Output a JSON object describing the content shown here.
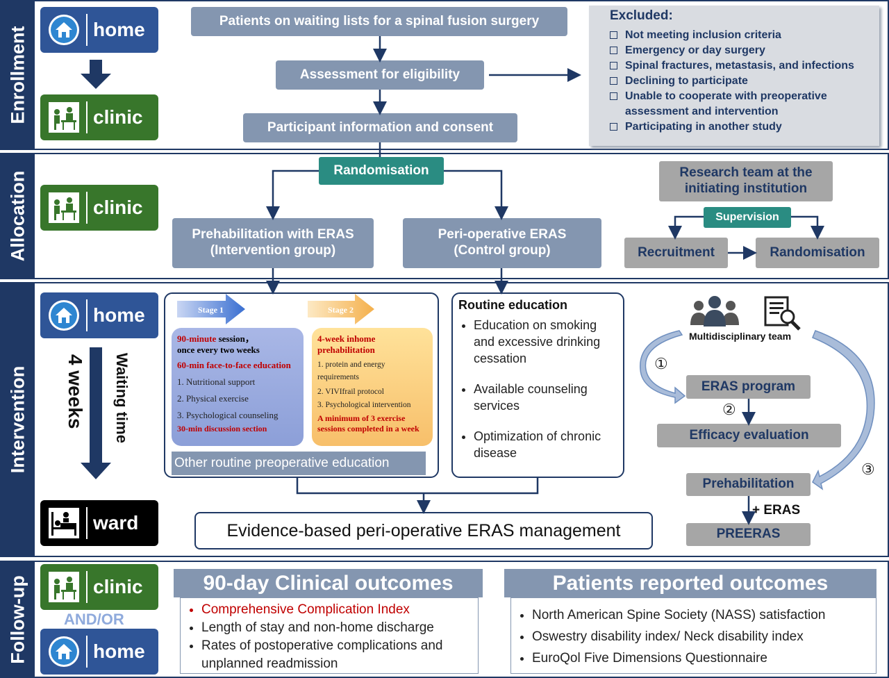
{
  "sections": {
    "enrollment": "Enrollment",
    "allocation": "Allocation",
    "intervention": "Intervention",
    "followup": "Follow-up"
  },
  "locations": {
    "home": "home",
    "clinic": "clinic",
    "ward": "ward",
    "and_or": "AND/OR"
  },
  "enrollment": {
    "waiting": "Patients on waiting lists for a spinal fusion surgery",
    "assessment": "Assessment for eligibility",
    "consent": "Participant information and consent",
    "excluded_title": "Excluded:",
    "excluded_items": [
      "Not meeting inclusion criteria",
      "Emergency or day surgery",
      "Spinal fractures, metastasis, and infections",
      "Declining to participate",
      "Unable to cooperate with preoperative assessment and intervention",
      "Participating in another study"
    ]
  },
  "allocation": {
    "randomisation": "Randomisation",
    "intervention_group": "Prehabilitation with ERAS (Intervention group)",
    "control_group": "Peri-operative ERAS (Control group)",
    "research_team": "Research team at the initiating institution",
    "supervision": "Supervision",
    "recruitment": "Recruitment",
    "randomisation2": "Randomisation"
  },
  "intervention": {
    "waiting_time": "Waiting time",
    "weeks": "4 weeks",
    "stage1": "Stage 1",
    "stage2": "Stage 2",
    "s1_line1_red": "90-minute",
    "s1_line1_rest": " session，",
    "s1_line2": "once every two weeks",
    "s1_sub": "60-min face-to-face education",
    "s1_items": [
      "1. Nutritional support",
      "2. Physical exercise",
      "3. Psychological counseling"
    ],
    "s1_footer": "30-min discussion section",
    "s2_title": "4-week inhome prehabilitation",
    "s2_items": [
      "1. protein and energy requirements",
      "2. VIVIfrail protocol",
      "3. Psychological intervention"
    ],
    "s2_footer": "A minimum of 3 exercise sessions completed in a week",
    "other_education": "Other routine preoperative education",
    "routine_title": "Routine education",
    "routine_items": [
      "Education on smoking and excessive drinking cessation",
      "Available counseling services",
      "Optimization of chronic disease"
    ],
    "evidence": "Evidence-based peri-operative ERAS management",
    "mdt": "Multidisciplinary team",
    "eras_program": "ERAS program",
    "efficacy": "Efficacy evaluation",
    "prehab": "Prehabilitation",
    "plus_eras": "+ ERAS",
    "preeras": "PREERAS",
    "step1": "①",
    "step2": "②",
    "step3": "③"
  },
  "followup": {
    "clinical_title": "90-day Clinical outcomes",
    "clinical_items": [
      "Comprehensive Complication Index",
      "Length of stay and non-home discharge",
      "Rates of postoperative complications and unplanned readmission"
    ],
    "patient_title": "Patients reported outcomes",
    "patient_items": [
      "North American Spine Society (NASS) satisfaction",
      "Oswestry disability index/ Neck disability index",
      "EuroQol Five Dimensions Questionnaire"
    ]
  },
  "colors": {
    "navy": "#1f3864",
    "steel": "#8496b0",
    "teal": "#2a8c82",
    "home_blue": "#2f5597",
    "clinic_green": "#38762b",
    "highlight_red": "#c00000"
  },
  "icons": [
    "house-icon",
    "doctor-patient-icon",
    "hospital-bed-icon",
    "team-icon",
    "document-search-icon",
    "arrow-right-icon"
  ]
}
